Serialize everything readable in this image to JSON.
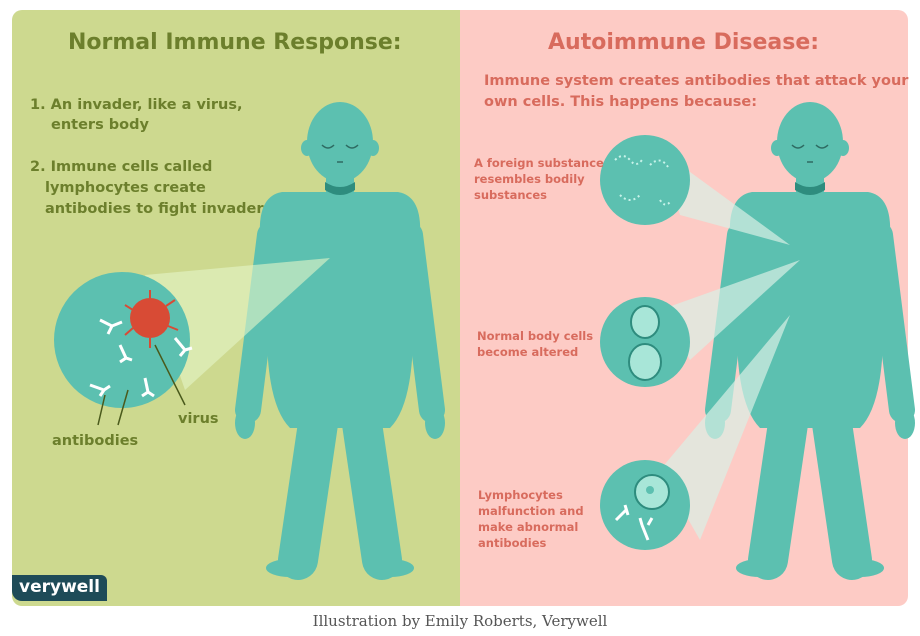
{
  "left": {
    "title": "Normal Immune Response:",
    "steps": [
      "1. An invader, like a virus,",
      "enters body",
      "2. Immune cells called",
      "lymphocytes create",
      "antibodies to fight invader"
    ],
    "labels": {
      "virus": "virus",
      "antibodies": "antibodies"
    }
  },
  "right": {
    "title": "Autoimmune Disease:",
    "intro": [
      "Immune system creates antibodies that attack your",
      "own cells. This happens because:"
    ],
    "reasons": [
      {
        "lines": [
          "A foreign substance",
          "resembles bodily",
          "substances"
        ]
      },
      {
        "lines": [
          "Normal body cells",
          "become altered"
        ]
      },
      {
        "lines": [
          "Lymphocytes",
          "malfunction and",
          "make abnormal",
          "antibodies"
        ]
      }
    ]
  },
  "logo": "verywell",
  "caption": "Illustration by Emily Roberts, Verywell",
  "colors": {
    "green_bg": "#cdd98f",
    "pink_bg": "#fdcbc5",
    "figure": "#5cc0b0",
    "green_text": "#6c7f2c",
    "pink_text": "#d86b5d",
    "virus": "#d84b35"
  }
}
